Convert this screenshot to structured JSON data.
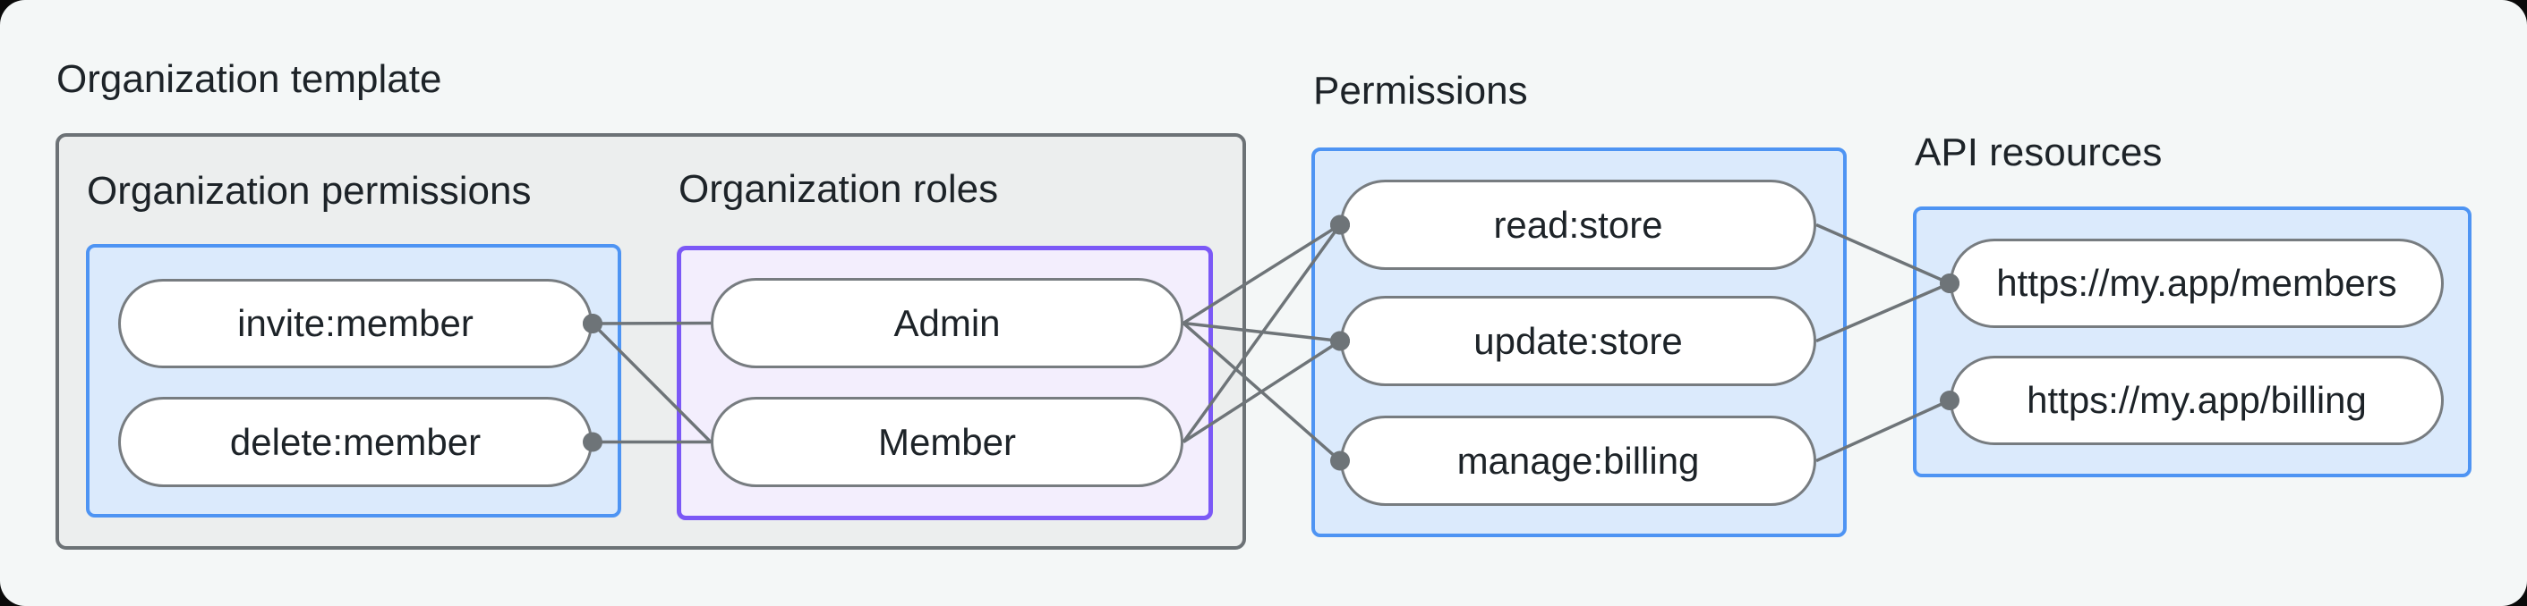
{
  "colors": {
    "page_background": "#f4f7f7",
    "template_box_background": "#eceeee",
    "template_box_border": "#6c7276",
    "blue_box_background": "#dbeafc",
    "blue_box_border": "#4e94f3",
    "purple_box_background": "#f3eefd",
    "purple_box_border": "#7b58f6",
    "pill_background": "#ffffff",
    "pill_border": "#777c80",
    "connector": "#6e7478",
    "text": "#1d2328"
  },
  "sections": {
    "org_template": {
      "title": "Organization template"
    },
    "org_permissions": {
      "title": "Organization permissions",
      "nodes": [
        {
          "id": "invite-member",
          "label": "invite:member"
        },
        {
          "id": "delete-member",
          "label": "delete:member"
        }
      ]
    },
    "org_roles": {
      "title": "Organization roles",
      "nodes": [
        {
          "id": "admin",
          "label": "Admin"
        },
        {
          "id": "member",
          "label": "Member"
        }
      ]
    },
    "permissions": {
      "title": "Permissions",
      "nodes": [
        {
          "id": "read-store",
          "label": "read:store"
        },
        {
          "id": "update-store",
          "label": "update:store"
        },
        {
          "id": "manage-billing",
          "label": "manage:billing"
        }
      ]
    },
    "api_resources": {
      "title": "API resources",
      "nodes": [
        {
          "id": "members-api",
          "label": "https://my.app/members"
        },
        {
          "id": "billing-api",
          "label": "https://my.app/billing"
        }
      ]
    }
  },
  "edges": [
    {
      "from": "invite-member",
      "to": "admin",
      "dot": "from"
    },
    {
      "from": "invite-member",
      "to": "member",
      "dot": "from"
    },
    {
      "from": "delete-member",
      "to": "member",
      "dot": "from"
    },
    {
      "from": "admin",
      "to": "read-store",
      "dot": "to"
    },
    {
      "from": "admin",
      "to": "update-store",
      "dot": "to"
    },
    {
      "from": "admin",
      "to": "manage-billing",
      "dot": "to"
    },
    {
      "from": "member",
      "to": "read-store",
      "dot": "to"
    },
    {
      "from": "member",
      "to": "update-store",
      "dot": "to"
    },
    {
      "from": "read-store",
      "to": "members-api",
      "dot": "to"
    },
    {
      "from": "update-store",
      "to": "members-api",
      "dot": "to"
    },
    {
      "from": "manage-billing",
      "to": "billing-api",
      "dot": "to"
    }
  ]
}
